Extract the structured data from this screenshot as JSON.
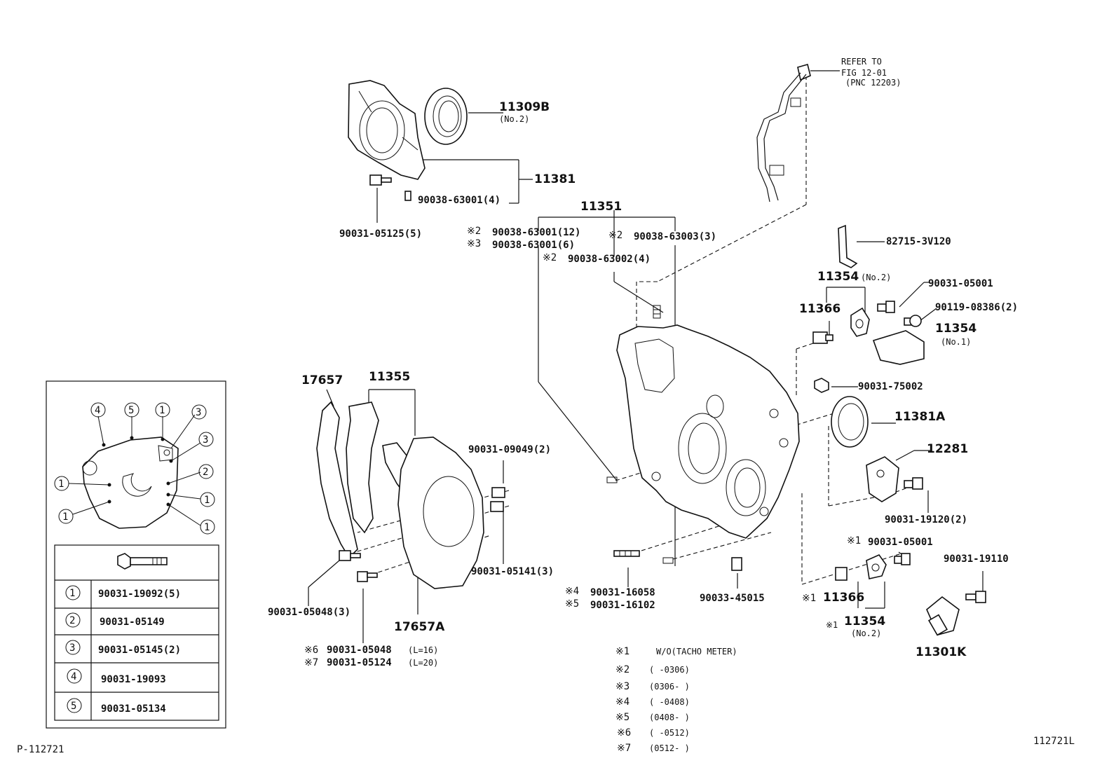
{
  "refer": [
    "REFER TO",
    "FIG 12-01",
    "(PNC 12203)"
  ],
  "labels": {
    "p11309B": "11309B",
    "p11309B_sub": "(No.2)",
    "p11381": "11381",
    "p90038_4": "90038-63001(4)",
    "p90031_05125": "90031-05125(5)",
    "p11351": "11351",
    "n2a": "※2",
    "p90038_12": "90038-63001(12)",
    "n3a": "※3",
    "p90038_6": "90038-63001(6)",
    "n2b": "※2",
    "p90038_63003": "90038-63003(3)",
    "n2c": "※2",
    "p90038_63002": "90038-63002(4)",
    "p82715": "82715-3V120",
    "p11354a": "11354",
    "p11354a_sub": "(No.2)",
    "p90031_05001a": "90031-05001",
    "p11366a": "11366",
    "p90119": "90119-08386(2)",
    "p11354b": "11354",
    "p11354b_sub": "(No.1)",
    "p90031_75002": "90031-75002",
    "p11381A": "11381A",
    "p12281": "12281",
    "p90031_19120": "90031-19120(2)",
    "n1a": "※1",
    "p90031_05001b": "90031-05001",
    "p90031_19110": "90031-19110",
    "n1b": "※1",
    "p11366b": "11366",
    "n1c": "※1",
    "p11354c": "11354",
    "p11354c_sub": "(No.2)",
    "p11301K": "11301K",
    "p17657": "17657",
    "p11355": "11355",
    "p90031_09049": "90031-09049(2)",
    "p90031_05141": "90031-05141(3)",
    "p90031_05048": "90031-05048(3)",
    "p17657A": "17657A",
    "n6": "※6",
    "p90031_05048b": "90031-05048",
    "l16": "(L=16)",
    "n7": "※7",
    "p90031_05124": "90031-05124",
    "l20": "(L=20)",
    "n4": "※4",
    "p90031_16058": "90031-16058",
    "n5": "※5",
    "p90031_16102": "90031-16102",
    "p90033": "90033-45015"
  },
  "notes": [
    {
      "mark": "※1",
      "text": "W/O(TACHO METER)"
    },
    {
      "mark": "※2",
      "text": "(      -0306)"
    },
    {
      "mark": "※3",
      "text": "(0306-      )"
    },
    {
      "mark": "※4",
      "text": "(      -0408)"
    },
    {
      "mark": "※5",
      "text": "(0408-      )"
    },
    {
      "mark": "※6",
      "text": "(      -0512)"
    },
    {
      "mark": "※7",
      "text": "(0512-      )"
    }
  ],
  "inset": {
    "circles": [
      "4",
      "5",
      "1",
      "3",
      "3",
      "2",
      "1",
      "1",
      "1",
      "1"
    ],
    "rows": [
      {
        "num": "1",
        "part": "90031-19092(5)"
      },
      {
        "num": "2",
        "part": "90031-05149"
      },
      {
        "num": "3",
        "part": "90031-05145(2)"
      },
      {
        "num": "4",
        "part": "90031-19093"
      },
      {
        "num": "5",
        "part": "90031-05134"
      }
    ]
  },
  "footer": {
    "left": "P-112721",
    "right": "112721L"
  }
}
